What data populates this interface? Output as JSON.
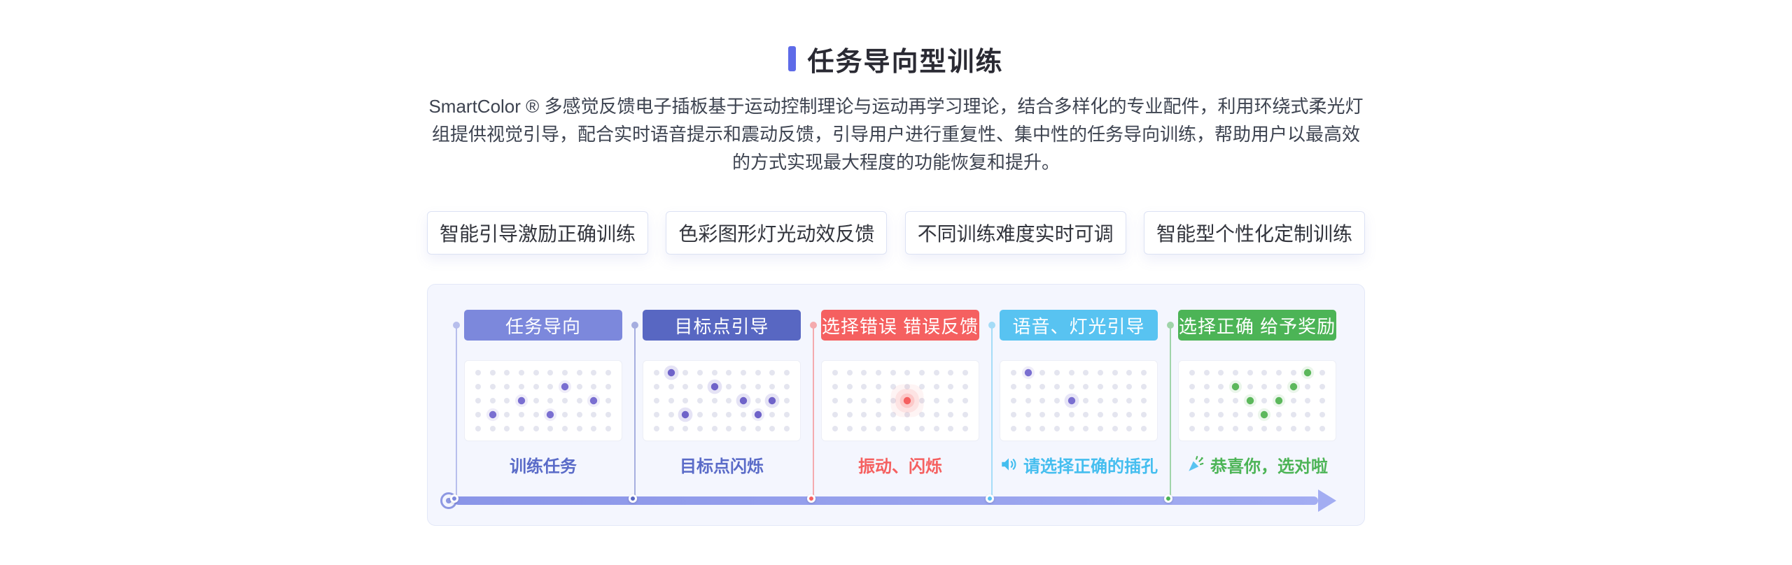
{
  "header": {
    "title": "任务导向型训练",
    "accent_color": "#5E6BE8",
    "description": "SmartColor ® 多感觉反馈电子插板基于运动控制理论与运动再学习理论，结合多样化的专业配件，利用环绕式柔光灯组提供视觉引导，配合实时语音提示和震动反馈，引导用户进行重复性、集中性的任务导向训练，帮助用户以最高效的方式实现最大程度的功能恢复和提升。"
  },
  "features": [
    {
      "label": "智能引导激励正确训练"
    },
    {
      "label": "色彩图形灯光动效反馈"
    },
    {
      "label": "不同训练难度实时可调"
    },
    {
      "label": "智能型个性化定制训练"
    }
  ],
  "timeline_panel": {
    "background": "#F4F6FE",
    "border_color": "#E3E8F8",
    "bar_colors": [
      "#8A95E8",
      "#A3ADF2"
    ],
    "start_ring_color": "#7C88DE",
    "grid": {
      "rows": 5,
      "cols": 10,
      "base_dot_color": "#E4E5EF"
    },
    "stages": [
      {
        "badge": "任务导向",
        "badge_color": "#7C88DC",
        "accent": "#7C88DC",
        "caption": "训练任务",
        "caption_color": "#5A6BC8",
        "caption_icon": "",
        "highlight_color": "#7A6FD1",
        "highlights": [
          {
            "r": 1,
            "c": 6,
            "style": "dot"
          },
          {
            "r": 2,
            "c": 3,
            "style": "dot"
          },
          {
            "r": 3,
            "c": 1,
            "style": "dot"
          },
          {
            "r": 3,
            "c": 5,
            "style": "dot"
          },
          {
            "r": 2,
            "c": 8,
            "style": "dot"
          }
        ]
      },
      {
        "badge": "目标点引导",
        "badge_color": "#5867C2",
        "accent": "#5867C2",
        "caption": "目标点闪烁",
        "caption_color": "#5A6BC8",
        "caption_icon": "",
        "highlight_color": "#6F63C9",
        "highlights": [
          {
            "r": 0,
            "c": 1,
            "style": "ring"
          },
          {
            "r": 1,
            "c": 4,
            "style": "ring"
          },
          {
            "r": 2,
            "c": 6,
            "style": "ring"
          },
          {
            "r": 3,
            "c": 2,
            "style": "ring"
          },
          {
            "r": 2,
            "c": 8,
            "style": "ring"
          },
          {
            "r": 3,
            "c": 7,
            "style": "dot"
          }
        ]
      },
      {
        "badge": "选择错误 错误反馈",
        "badge_color": "#F56060",
        "accent": "#F56060",
        "caption": "振动、闪烁",
        "caption_color": "#F56060",
        "caption_icon": "",
        "highlight_color": "#F56060",
        "highlights": [
          {
            "r": 2,
            "c": 5,
            "style": "ripple"
          }
        ]
      },
      {
        "badge": "语音、灯光引导",
        "badge_color": "#58C3F1",
        "accent": "#58C3F1",
        "caption": "请选择正确的插孔",
        "caption_color": "#45BEEF",
        "caption_icon": "speaker",
        "highlight_color": "#7A6FD1",
        "highlights": [
          {
            "r": 0,
            "c": 1,
            "style": "dot"
          },
          {
            "r": 2,
            "c": 4,
            "style": "ring"
          }
        ]
      },
      {
        "badge": "选择正确 给予奖励",
        "badge_color": "#4CB456",
        "accent": "#4CB456",
        "caption": "恭喜你，选对啦",
        "caption_color": "#4CB456",
        "caption_icon": "celebration",
        "highlight_color": "#5CB85C",
        "highlights": [
          {
            "r": 1,
            "c": 3,
            "style": "dot"
          },
          {
            "r": 2,
            "c": 4,
            "style": "dot"
          },
          {
            "r": 3,
            "c": 5,
            "style": "dot"
          },
          {
            "r": 2,
            "c": 6,
            "style": "dot"
          },
          {
            "r": 1,
            "c": 7,
            "style": "dot"
          },
          {
            "r": 0,
            "c": 8,
            "style": "dot"
          }
        ]
      }
    ]
  }
}
